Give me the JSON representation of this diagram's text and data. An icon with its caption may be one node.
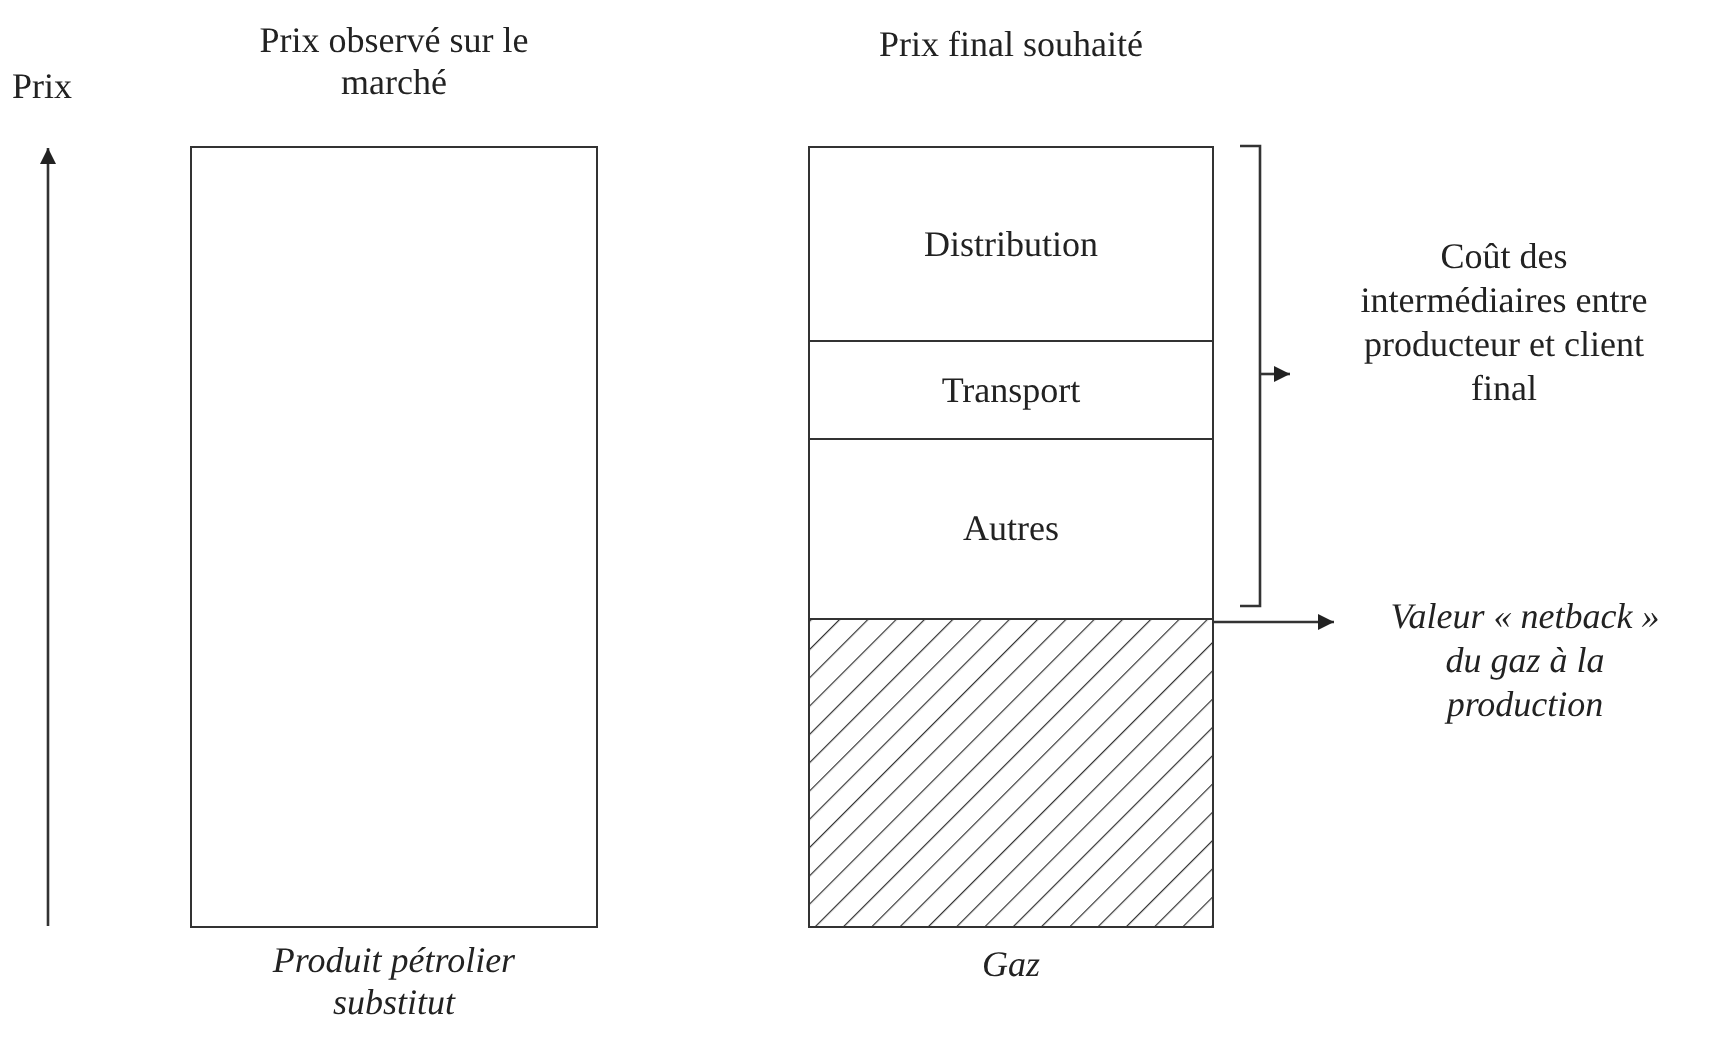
{
  "diagram": {
    "nodes": [
      {
        "text": [
          "Prix observé sur le marché"
        ],
        "beside": [
          "Produit pétrolier substitut"
        ]
      },
      {
        "text": [
          "Prix final souhaité"
        ],
        "beside": [
          "Gaz"
        ]
      },
      {
        "text": [
          "Distribution"
        ],
        "in": 1
      },
      {
        "text": [
          "Transport"
        ],
        "in": 1
      },
      {
        "text": [
          "Autres"
        ],
        "in": 1
      },
      {
        "text": [],
        "shape": "box",
        "in": 1
      },
      {
        "text": [
          "Coût des intermédiaires entre producteur et client final"
        ]
      },
      {
        "text": [
          "Valeur « netback » du gaz à la production"
        ]
      }
    ],
    "edges": [
      {
        "from": null,
        "to": 6,
        "arrow": "to"
      },
      {
        "from": 5,
        "to": 7,
        "arrow": "to"
      }
    ],
    "labels": [
      "Prix"
    ]
  }
}
